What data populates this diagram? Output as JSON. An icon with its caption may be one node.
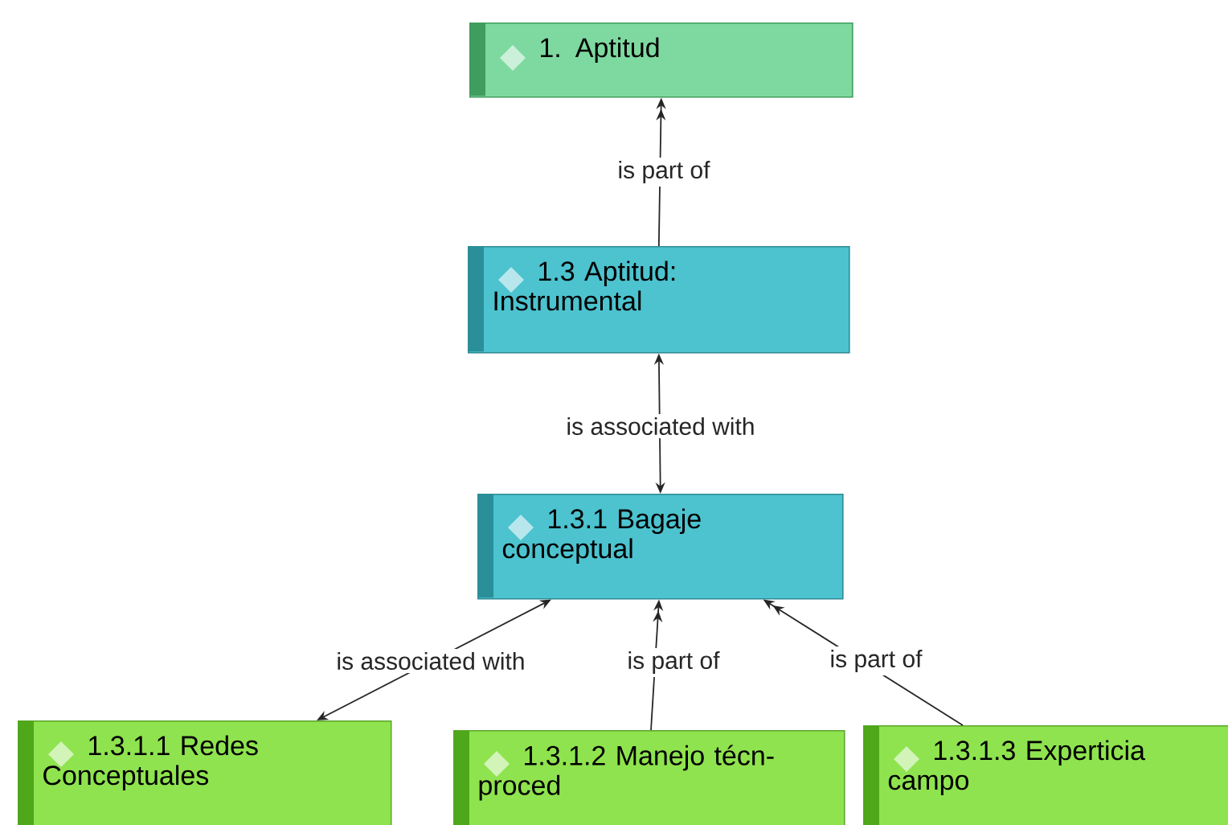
{
  "diagram": {
    "nodes": [
      {
        "text": [
          "1. Aptitud"
        ]
      },
      {
        "text": [
          "1.3 Aptitud: Instrumental"
        ]
      },
      {
        "text": [
          "1.3.1 Bagaje conceptual"
        ]
      },
      {
        "text": [
          "1.3.1.1 Redes Conceptuales"
        ]
      },
      {
        "text": [
          "1.3.1.2 Manejo técn-proced"
        ]
      },
      {
        "text": [
          "1.3.1.3 Experticia campo"
        ]
      }
    ],
    "edges": [
      {
        "from": 1,
        "to": 0,
        "arrow": "to",
        "label": "is part of"
      },
      {
        "from": 1,
        "to": 2,
        "arrow": "both",
        "label": "is associated with"
      },
      {
        "from": 2,
        "to": 3,
        "arrow": "both",
        "label": "is associated with"
      },
      {
        "from": 4,
        "to": 2,
        "arrow": "to",
        "label": "is part of"
      },
      {
        "from": 5,
        "to": 2,
        "arrow": "to",
        "label": "is part of"
      }
    ]
  }
}
